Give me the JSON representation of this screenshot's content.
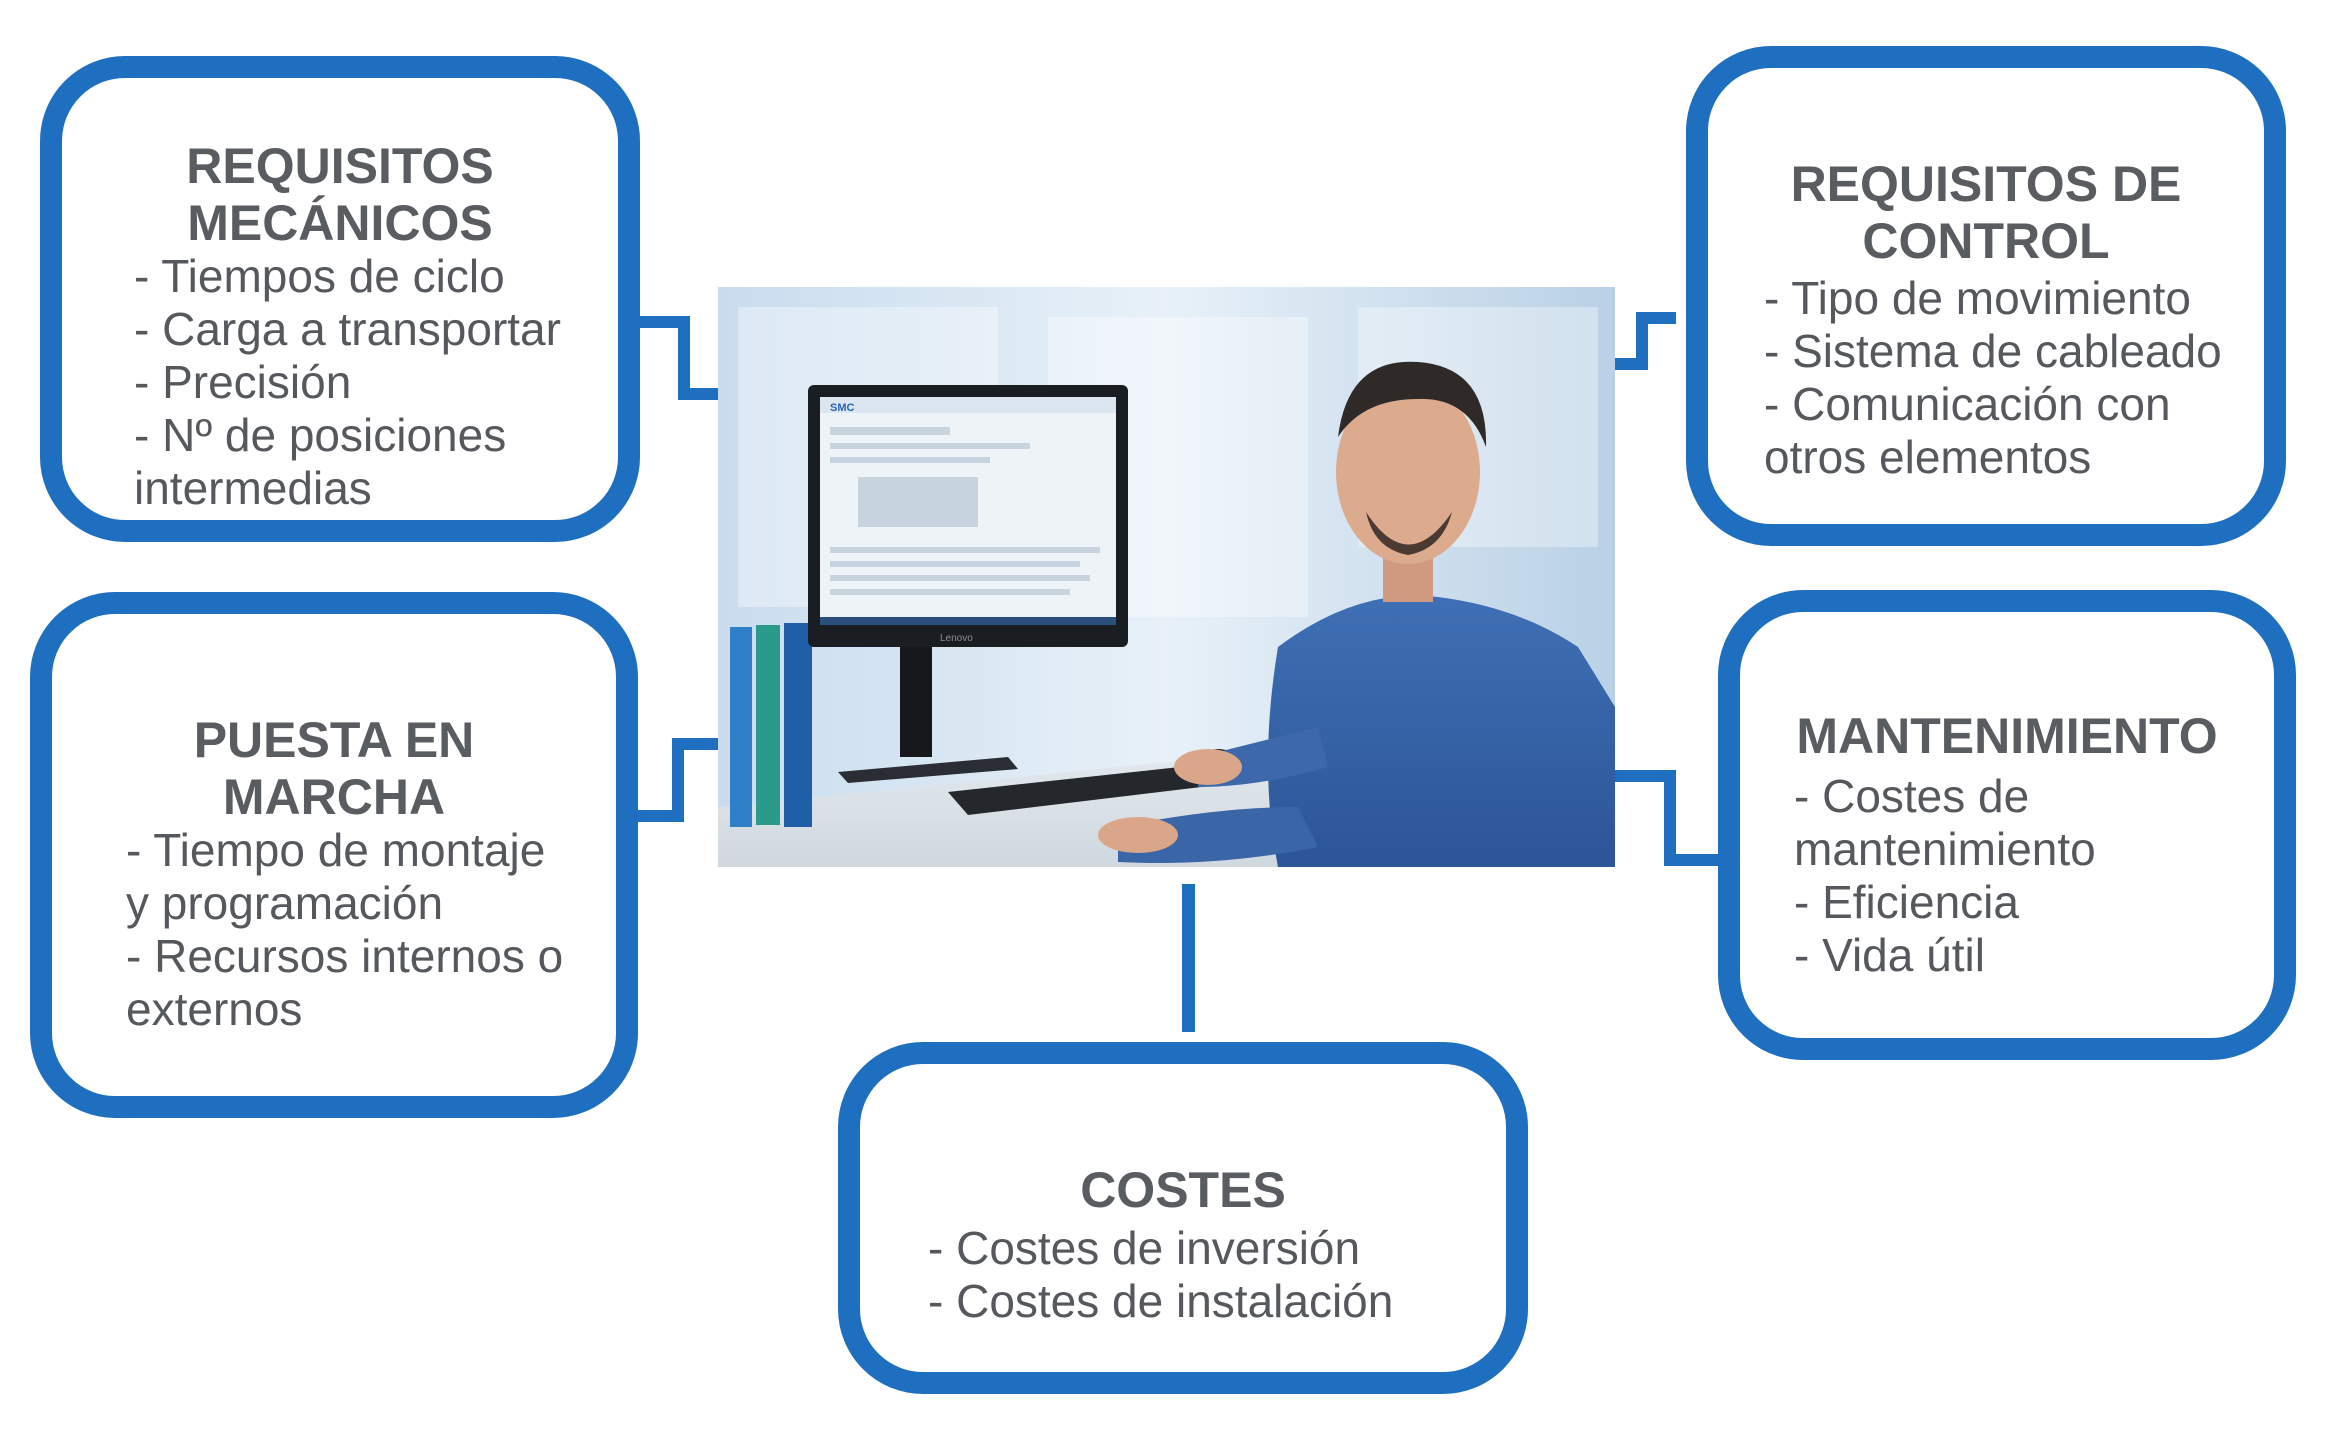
{
  "colors": {
    "accent": "#1f6fc0",
    "text": "#55595d",
    "title": "#595d61"
  },
  "boxes": {
    "mecanicos": {
      "title": "REQUISITOS\nMECÁNICOS",
      "items": [
        "- Tiempos de ciclo",
        "- Carga a transportar",
        "- Precisión",
        "- Nº de posiciones\nintermedias"
      ]
    },
    "control": {
      "title": "REQUISITOS DE\nCONTROL",
      "items": [
        "- Tipo de movimiento",
        "- Sistema de cableado",
        "- Comunicación con\notros elementos"
      ]
    },
    "puesta": {
      "title": "PUESTA EN\nMARCHA",
      "items": [
        "- Tiempo de montaje\ny programación",
        "- Recursos internos o\nexternos"
      ]
    },
    "mantenimiento": {
      "title": "MANTENIMIENTO",
      "items": [
        "- Costes de\nmantenimiento",
        "- Eficiencia",
        "- Vida útil"
      ]
    },
    "costes": {
      "title": "COSTES",
      "items": [
        "- Costes de inversión",
        "- Costes de instalación"
      ]
    }
  },
  "photo": {
    "screen_logo": "SMC",
    "monitor_brand": "Lenovo"
  }
}
